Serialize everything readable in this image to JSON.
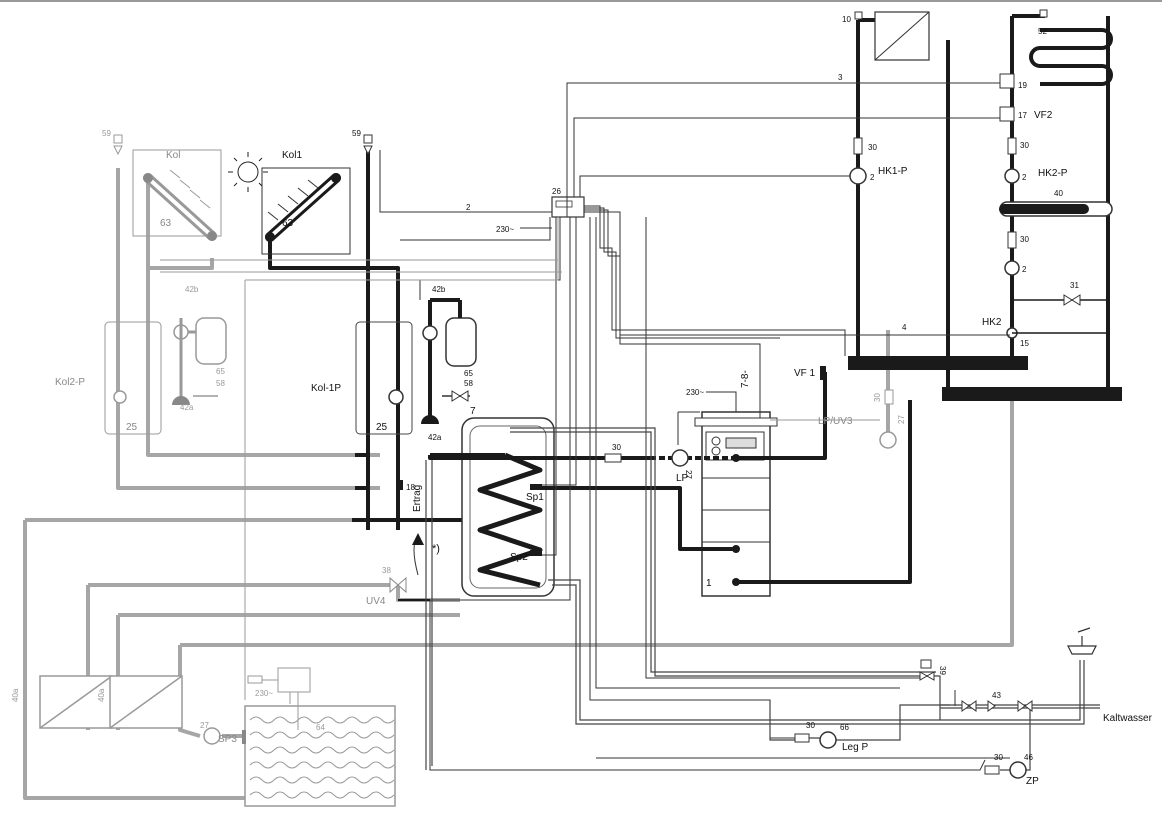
{
  "colors": {
    "pipe_dark": "#1a1a1a",
    "pipe_grey": "#a6a6a6",
    "line_thin": "#333333",
    "water": "#8a8a8a"
  },
  "labels": {
    "kol": "Kol",
    "kol1": "Kol1",
    "kol2p": "Kol2-P",
    "kol1p": "Kol-1P",
    "n63a": "63",
    "n63b": "63",
    "n59a": "59",
    "n59b": "59",
    "n25a": "25",
    "n25b": "25",
    "n65a": "65",
    "n65b": "65",
    "n58a": "58",
    "n58b": "58",
    "n42a_a": "42a",
    "n42a_b": "42a",
    "n42b_a": "42b",
    "n42b_b": "42b",
    "n26": "26",
    "n230a": "230~",
    "n230b": "230~",
    "n230c": "230~",
    "n7": "7",
    "n78": "7-8-",
    "n1": "1",
    "n10": "10",
    "n30a": "30",
    "n30b": "30",
    "n30c": "30",
    "n30d": "30",
    "n30e": "30",
    "n30f": "30",
    "n30g": "30",
    "hk1p": "HK1-P",
    "hk2p": "HK2-P",
    "hk2": "HK2",
    "n19": "19",
    "n17": "17",
    "vf2": "VF2",
    "vf1": "VF 1",
    "n52": "52",
    "n40": "40",
    "n31": "31",
    "n15": "15",
    "n2a": "2",
    "n2b": "2",
    "n2c": "2",
    "lpuv3": "LP/UV3",
    "n27a": "27",
    "n27b": "27",
    "n27c": "27",
    "lp": "LP",
    "sp1": "Sp1",
    "sp2": "Sp2",
    "ertrag": "Ertrag",
    "n18": "18",
    "star": "*)",
    "uv4": "UV4",
    "n38": "38",
    "n40a_a": "40a",
    "n40a_b": "40a",
    "sp3": "SP3",
    "n64": "64",
    "n66": "66",
    "legp": "Leg P",
    "n46": "46",
    "zp": "ZP",
    "n39": "39",
    "n43": "43",
    "kaltwasser": "Kaltwasser",
    "w2": "2",
    "w3": "3",
    "w4": "4"
  }
}
